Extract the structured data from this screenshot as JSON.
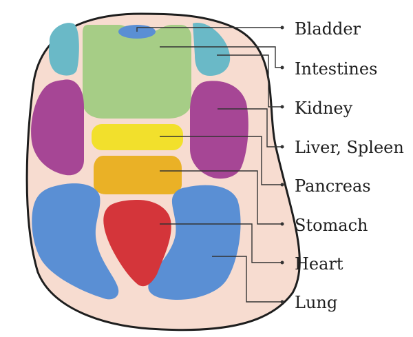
{
  "diagram": {
    "labels": [
      "Bladder",
      "Intestines",
      "Kidney",
      "Liver, Spleen",
      "Pancreas",
      "Stomach",
      "Heart",
      "Lung"
    ]
  },
  "colors": {
    "tongue_fill": "#f7dcd0",
    "outline": "#1e1e1e",
    "bladder": "#5a8fd4",
    "intestines": "#a6cd86",
    "kidney": "#a64695",
    "liver_spleen": "#f2e02c",
    "pancreas": "#eab126",
    "stomach": "#d4353a",
    "lung": "#5a8fd4",
    "side_zone": "#6ab9c7",
    "leader_line": "#333333"
  }
}
